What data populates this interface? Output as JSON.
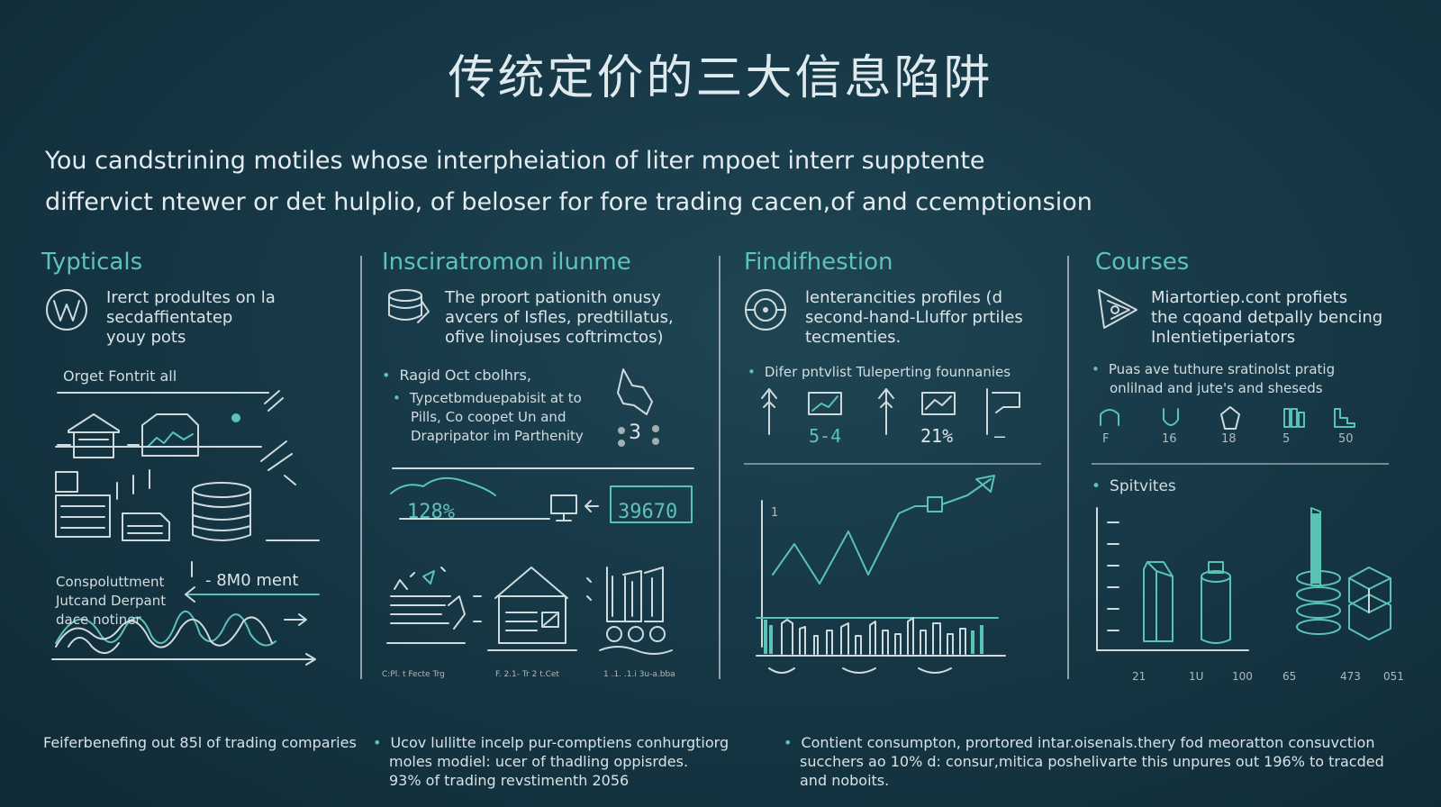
{
  "title": "传统定价的三大信息陷阱",
  "intro": {
    "line1": "You candstrining motiles whose interpheiation of liter mpoet interr supptente",
    "line2": "differvict ntewer or det hulplio, of beloser for fore trading cacen,of and ccemptionsion"
  },
  "col1": {
    "heading": "Typticals",
    "icon": "circle-w-icon",
    "desc": [
      "Irerct produltes on la",
      "secdaffientatep",
      "youy pots"
    ],
    "sublabel": "Orget Fontrit all",
    "note": [
      "Conspoluttment",
      "Jutcand Derpant",
      "dace notiner"
    ],
    "stat": "8M0 ment"
  },
  "col2": {
    "heading": "Insciratromon ilunme",
    "icon": "stack-icon",
    "desc": [
      "The proort pationith onusy",
      "avcers of Isfles, predtillatus,",
      "ofive linojuses coftrimctos)"
    ],
    "bullet1": "Ragid Oct cbolhrs,",
    "bullet2": [
      "Typcetbmduepabisit at to",
      "Pills, Co coopet Un and",
      "Drapripator im Parthenity"
    ],
    "badge": "3",
    "stat_left": "128%",
    "stat_right": "39670",
    "tiny_labels": [
      "C:Pl. t Fecte Trg",
      "F. 2.1- Tr 2 t.Cet",
      "1 .1. .1.i 3u-a.bba"
    ]
  },
  "col3": {
    "heading": "Findifhestion",
    "icon": "target-icon",
    "desc": [
      "lenterancities profiles (d",
      "second-hand-Lluffor prtiles",
      "tecmenties."
    ],
    "bullet": "Difer pntvlist Tuleperting founnanies",
    "stat1": "5-4",
    "stat2": "21%",
    "stat3": "–",
    "axis_label": "1"
  },
  "col4": {
    "heading": "Courses",
    "icon": "triangle-arrow-icon",
    "desc": [
      "Miartortiep.cont profiets",
      "the cqoand detpally bencing",
      "Inlentietiperiators"
    ],
    "bullet": [
      "Puas ave tuthure sratinolst pratig",
      "onlilnad and jute's and sheseds"
    ],
    "icon_values": [
      "F",
      "16",
      "18",
      "5",
      "50"
    ],
    "section_label": "Spitvites",
    "axis_values": [
      "21",
      "1U",
      "100",
      "65",
      "473",
      "051"
    ]
  },
  "footer": {
    "col1": "Feiferbenefing out 85l of trading comparies",
    "col2": [
      "Ucov lullitte incelp pur-comptiens conhurgtiorg",
      "moles modiel: ucer of thadling oppisrdes.",
      "93% of trading revstimenth 2056"
    ],
    "col3": [
      "Contient consumpton, prortored intar.oisenals.thery fod meoratton consuvction",
      "succhers ao 10% d: consur,mitica poshelivarte this unpures out 196% to tracded",
      "and noboits."
    ]
  },
  "colors": {
    "accent": "#5ec2b9",
    "background": "#173846",
    "text": "#dbe7ea"
  }
}
